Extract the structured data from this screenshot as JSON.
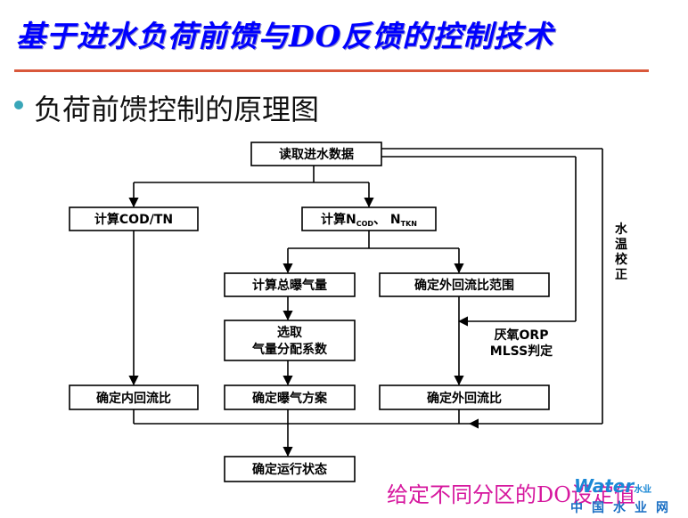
{
  "title": "基于进水负荷前馈与DO反馈的控制技术",
  "subtitle": "负荷前馈控制的原理图",
  "nodes": {
    "read_data": "读取进水数据",
    "calc_codtn": "计算COD/TN",
    "calc_n_main": "计算N",
    "calc_n_sub1": "COD",
    "calc_n_sep": "、 N",
    "calc_n_sub2": "TKN",
    "calc_aeration": "计算总曝气量",
    "select_line1": "选取",
    "select_line2": "气量分配系数",
    "ext_range": "确定外回流比范围",
    "int_ratio": "确定内回流比",
    "aeration_plan": "确定曝气方案",
    "ext_ratio": "确定外回流比",
    "run_state": "确定运行状态"
  },
  "side_labels": {
    "orp_line1": "厌氧ORP",
    "orp_line2": "MLSS判定",
    "temp_c1": "水",
    "temp_c2": "温",
    "temp_c3": "校",
    "temp_c4": "正"
  },
  "footer": "给定不同分区的DO设定值",
  "watermark": {
    "logo": "Water",
    "logo_sub": "水业",
    "site": "中国水业网"
  },
  "colors": {
    "title": "#0000ff",
    "rule": "#d9583b",
    "bullet": "#39a6b8",
    "footer": "#d6179e"
  }
}
